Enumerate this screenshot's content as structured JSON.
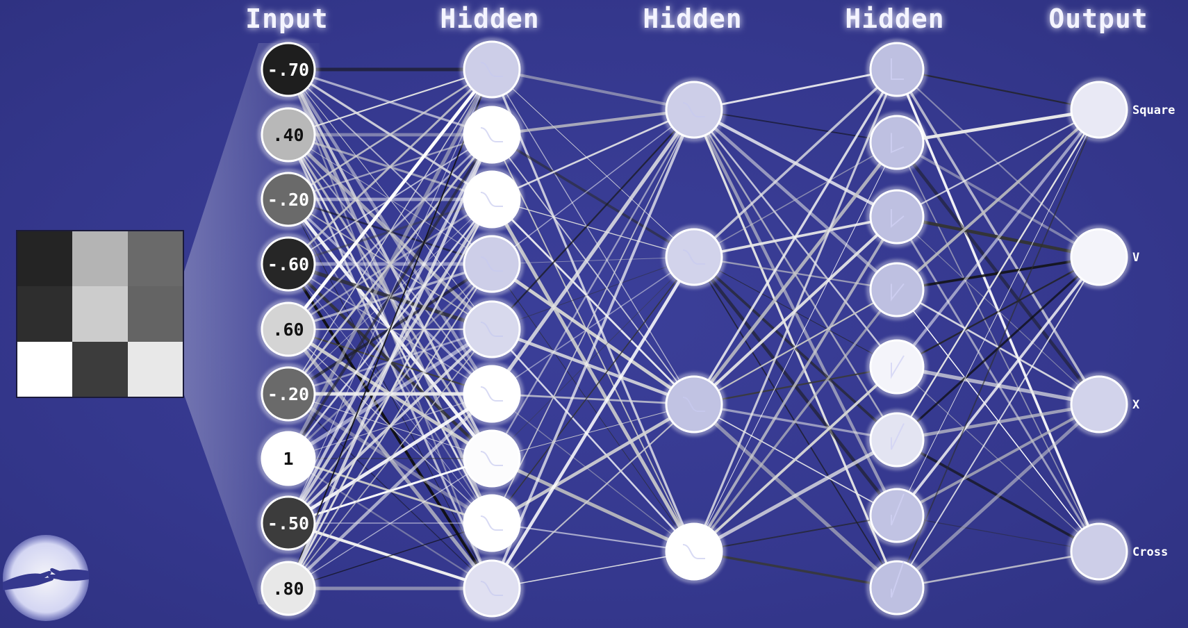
{
  "layers": [
    {
      "title": "Input",
      "nodes": [
        {
          "value": "-.70",
          "shade": "#1e1e1e"
        },
        {
          "value": ".40",
          "shade": "#b8b8b8"
        },
        {
          "value": "-.20",
          "shade": "#6a6a6a"
        },
        {
          "value": "-.60",
          "shade": "#262626"
        },
        {
          "value": ".60",
          "shade": "#d4d4d4"
        },
        {
          "value": "-.20",
          "shade": "#6a6a6a"
        },
        {
          "value": "1",
          "shade": "#ffffff"
        },
        {
          "value": "-.50",
          "shade": "#3c3c3c"
        },
        {
          "value": ".80",
          "shade": "#e8e8e8"
        }
      ]
    },
    {
      "title": "Hidden",
      "nodes": [
        {
          "activation": "sigmoid",
          "level": 0.55
        },
        {
          "activation": "sigmoid",
          "level": 1.0
        },
        {
          "activation": "sigmoid",
          "level": 1.0
        },
        {
          "activation": "sigmoid",
          "level": 0.55
        },
        {
          "activation": "sigmoid",
          "level": 0.65
        },
        {
          "activation": "sigmoid",
          "level": 1.0
        },
        {
          "activation": "sigmoid",
          "level": 0.97
        },
        {
          "activation": "sigmoid",
          "level": 1.0
        },
        {
          "activation": "sigmoid",
          "level": 0.72
        }
      ]
    },
    {
      "title": "Hidden",
      "nodes": [
        {
          "activation": "sigmoid",
          "level": 0.55
        },
        {
          "activation": "sigmoid",
          "level": 0.6
        },
        {
          "activation": "sigmoid",
          "level": 0.45
        },
        {
          "activation": "sigmoid",
          "level": 1.0
        }
      ]
    },
    {
      "title": "Hidden",
      "nodes": [
        {
          "activation": "relu",
          "level": 0.42
        },
        {
          "activation": "relu",
          "level": 0.42
        },
        {
          "activation": "relu",
          "level": 0.42
        },
        {
          "activation": "relu",
          "level": 0.42
        },
        {
          "activation": "relu",
          "level": 0.9
        },
        {
          "activation": "relu",
          "level": 0.75
        },
        {
          "activation": "relu",
          "level": 0.45
        },
        {
          "activation": "relu",
          "level": 0.42
        }
      ]
    },
    {
      "title": "Output",
      "nodes": [
        {
          "label": "Square",
          "level": 0.8
        },
        {
          "label": "V",
          "level": 0.9
        },
        {
          "label": "X",
          "level": 0.6
        },
        {
          "label": "Cross",
          "level": 0.55
        }
      ]
    }
  ],
  "input_grid": {
    "rows": 3,
    "cols": 3,
    "cells": [
      "#242424",
      "#b4b4b4",
      "#6a6a6a",
      "#2e2e2e",
      "#cccccc",
      "#646464",
      "#ffffff",
      "#3c3c3c",
      "#e8e8e8"
    ]
  },
  "colors": {
    "background": "#35388e",
    "edge_light": "#e8e8f4",
    "edge_dark": "#15152a",
    "node_stroke": "#ffffff",
    "node_dim": "#8f92cc",
    "node_bright": "#ffffff"
  },
  "logo": {
    "icon": "reaching-hands-icon"
  }
}
